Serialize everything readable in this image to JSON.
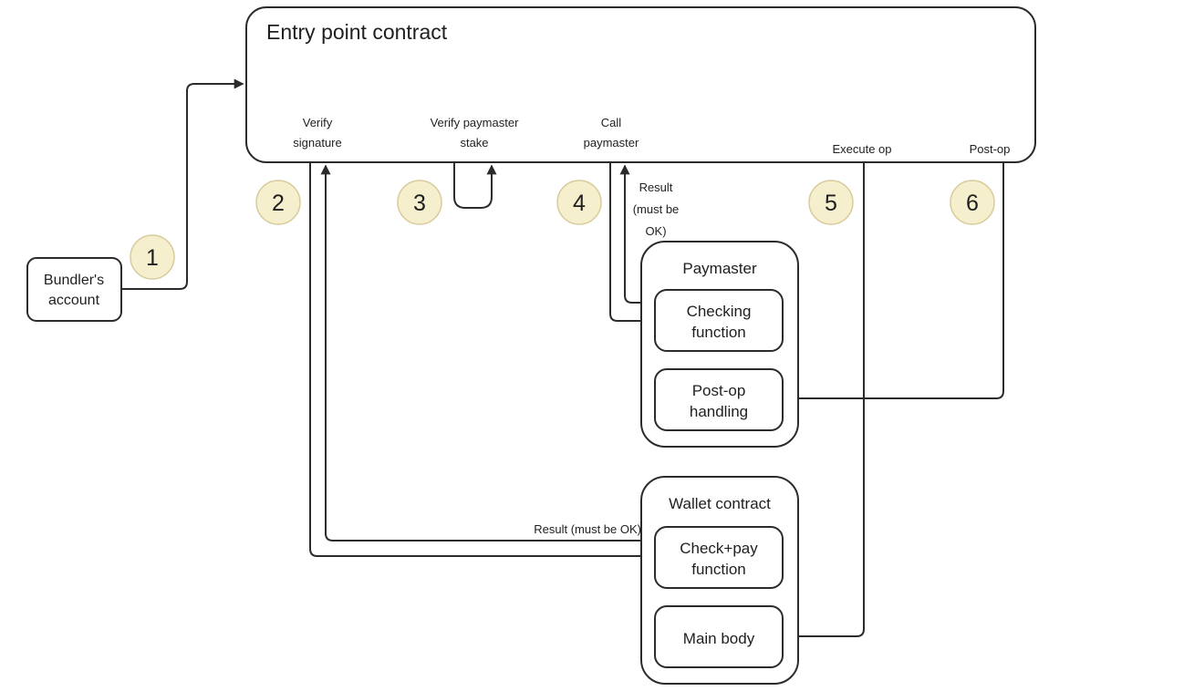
{
  "title": {
    "entry_point": "Entry point contract"
  },
  "nodes": {
    "bundler": {
      "line1": "Bundler's",
      "line2": "account"
    },
    "paymaster": {
      "title": "Paymaster",
      "checking_function": {
        "line1": "Checking",
        "line2": "function"
      },
      "postop_handling": {
        "line1": "Post-op",
        "line2": "handling"
      }
    },
    "wallet": {
      "title": "Wallet contract",
      "checkpay_function": {
        "line1": "Check+pay",
        "line2": "function"
      },
      "main_body": "Main body"
    }
  },
  "entry_labels": {
    "verify_signature": {
      "line1": "Verify",
      "line2": "signature"
    },
    "verify_paymaster_stake": {
      "line1": "Verify paymaster",
      "line2": "stake"
    },
    "call_paymaster": {
      "line1": "Call",
      "line2": "paymaster"
    },
    "execute_op": "Execute op",
    "post_op": "Post-op"
  },
  "steps": [
    "1",
    "2",
    "3",
    "4",
    "5",
    "6"
  ],
  "annotations": {
    "result_must_be_ok_stacked": {
      "line1": "Result",
      "line2": "(must be",
      "line3": "OK)"
    },
    "result_must_be_ok_inline": "Result (must be OK)"
  },
  "colors": {
    "background": "#FFFFFF",
    "line": "#2B2B2B",
    "box_fill": "#FFFFFF",
    "text": "#1F1F1F",
    "step_circle_fill": "#F5EFCE",
    "step_circle_border": "#D8CB9B"
  }
}
